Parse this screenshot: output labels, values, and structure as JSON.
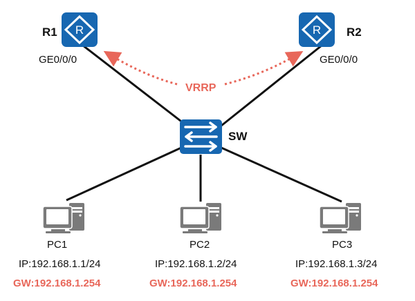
{
  "colors": {
    "device_blue": "#1767b1",
    "pc_gray": "#7a7a7a",
    "accent_red": "#e8675a",
    "link": "#111111"
  },
  "routers": [
    {
      "name": "R1",
      "interface": "GE0/0/0",
      "icon": "router-icon"
    },
    {
      "name": "R2",
      "interface": "GE0/0/0",
      "icon": "router-icon"
    }
  ],
  "switch": {
    "name": "SW",
    "icon": "switch-icon"
  },
  "protocol": {
    "label": "VRRP"
  },
  "pcs": [
    {
      "name": "PC1",
      "ip": "IP:192.168.1.1/24",
      "gw": "GW:192.168.1.254",
      "icon": "pc-icon"
    },
    {
      "name": "PC2",
      "ip": "IP:192.168.1.2/24",
      "gw": "GW:192.168.1.254",
      "icon": "pc-icon"
    },
    {
      "name": "PC3",
      "ip": "IP:192.168.1.3/24",
      "gw": "GW:192.168.1.254",
      "icon": "pc-icon"
    }
  ]
}
